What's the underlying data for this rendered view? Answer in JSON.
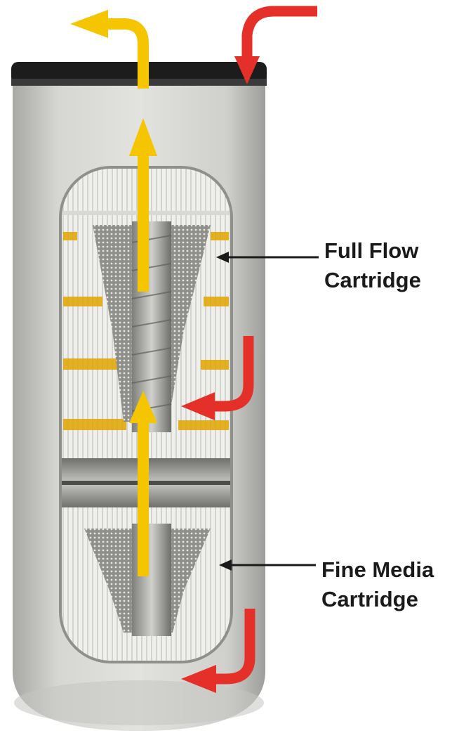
{
  "callouts": {
    "full_flow": {
      "line1": "Full Flow",
      "line2": "Cartridge"
    },
    "fine_media": {
      "line1": "Fine Media",
      "line2": "Cartridge"
    }
  },
  "colors": {
    "housing": "#d9d9d6",
    "housing_shadow": "#b9b9b5",
    "cap": "#1c1c1c",
    "inflow_arrow": "#e5302a",
    "outflow_arrow": "#f5c500",
    "pleats": "#eeeeea",
    "pleat_band": "#e0a500",
    "core": "#9a9a96"
  },
  "icons": {
    "inflow": "curved-arrow-red",
    "outflow": "straight-arrow-yellow"
  }
}
